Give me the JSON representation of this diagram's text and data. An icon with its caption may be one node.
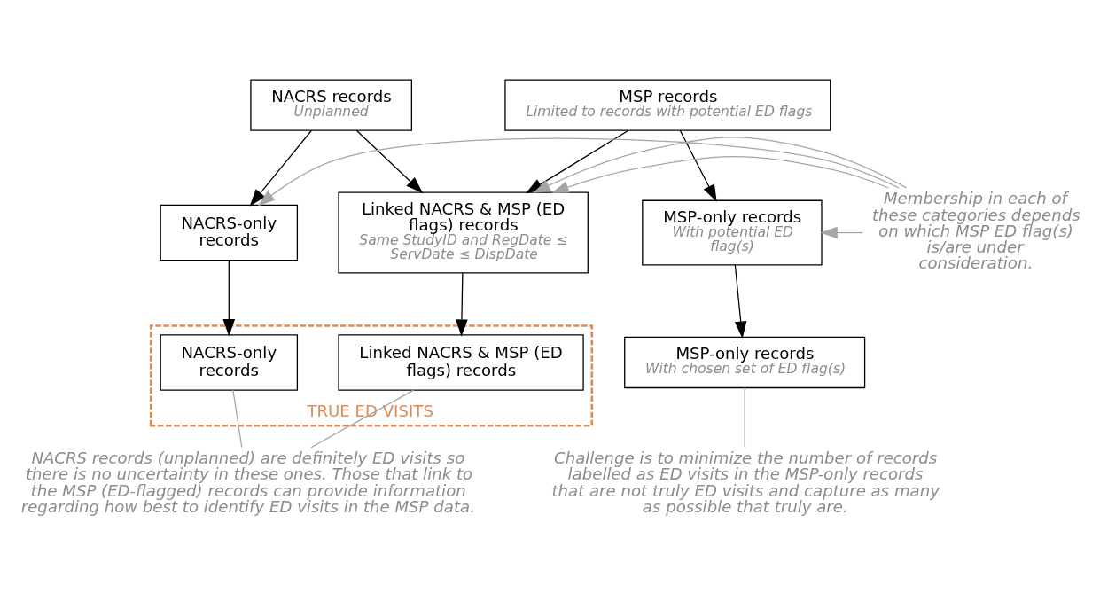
{
  "diagram": {
    "nodes": [
      {
        "text": [
          "NACRS records",
          "Unplanned"
        ]
      },
      {
        "text": [
          "MSP records",
          "Limited to records with potential ED flags"
        ]
      },
      {
        "text": [
          "NACRS-only records"
        ]
      },
      {
        "text": [
          "Linked NACRS & MSP (ED flags) records",
          "Same StudyID and RegDate ≤ ServDate ≤ DispDate"
        ]
      },
      {
        "text": [
          "MSP-only records",
          "With potential ED flag(s)"
        ]
      },
      {
        "text": [
          "Membership in each of these categories depends on which MSP ED flag(s) is/are under consideration."
        ]
      },
      {
        "text": [
          "TRUE ED VISITS"
        ]
      },
      {
        "text": [
          "NACRS-only records"
        ],
        "in": 6
      },
      {
        "text": [
          "Linked NACRS & MSP (ED flags) records"
        ],
        "in": 6
      },
      {
        "text": [
          "MSP-only records",
          "With chosen set of ED flag(s)"
        ]
      },
      {
        "text": [
          "NACRS records (unplanned) are definitely ED visits so there is no uncertainty in these ones. Those that link to the MSP (ED-flagged) records can provide information regarding how best to identify ED visits in the MSP data."
        ]
      },
      {
        "text": [
          "Challenge is to minimize the number of records labelled as ED visits in the MSP-only records that are not truly ED visits and capture as many as possible that truly are."
        ]
      }
    ],
    "edges": [
      {
        "from": 0,
        "to": 2,
        "arrow": "to"
      },
      {
        "from": 0,
        "to": 3,
        "arrow": "to"
      },
      {
        "from": 1,
        "to": 3,
        "arrow": "to"
      },
      {
        "from": 1,
        "to": 4,
        "arrow": "to"
      },
      {
        "from": 5,
        "to": 2,
        "arrow": "to",
        "color": "#a6a6a6"
      },
      {
        "from": 5,
        "to": 3,
        "arrow": "to",
        "color": "#a6a6a6"
      },
      {
        "from": 5,
        "to": 3,
        "arrow": "to",
        "color": "#a6a6a6"
      },
      {
        "from": 5,
        "to": 4,
        "arrow": "to",
        "color": "#a6a6a6"
      },
      {
        "from": 2,
        "to": 7,
        "arrow": "to"
      },
      {
        "from": 3,
        "to": 8,
        "arrow": "to"
      },
      {
        "from": 4,
        "to": 9,
        "arrow": "to"
      },
      {
        "from": 10,
        "to": 7,
        "arrow": "none",
        "color": "#a6a6a6"
      },
      {
        "from": 10,
        "to": 8,
        "arrow": "none",
        "color": "#a6a6a6"
      },
      {
        "from": 11,
        "to": 9,
        "arrow": "none",
        "color": "#a6a6a6"
      }
    ]
  }
}
